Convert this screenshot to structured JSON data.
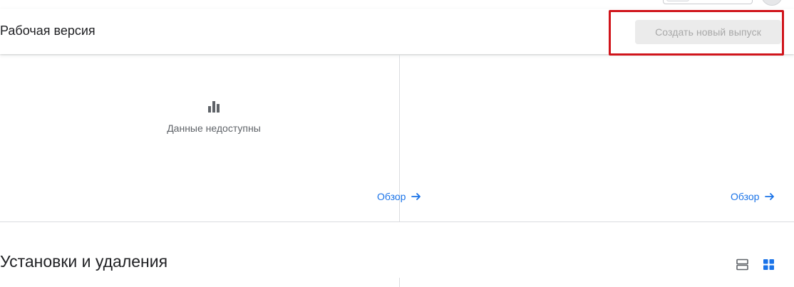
{
  "header": {
    "title": "Рабочая версия",
    "create_release_label": "Создать новый выпуск"
  },
  "card_left": {
    "empty_icon": "bar-chart-icon",
    "empty_text": "Данные недоступны",
    "overview_label": "Обзор"
  },
  "card_right": {
    "overview_label": "Обзор"
  },
  "section": {
    "title": "Установки и удаления",
    "view_list_icon": "view-list-icon",
    "view_grid_icon": "view-grid-icon"
  },
  "colors": {
    "link": "#1a73e8",
    "highlight": "#d0141b",
    "disabled_button_bg": "#ebebeb",
    "disabled_button_text": "#a8a8a8"
  }
}
